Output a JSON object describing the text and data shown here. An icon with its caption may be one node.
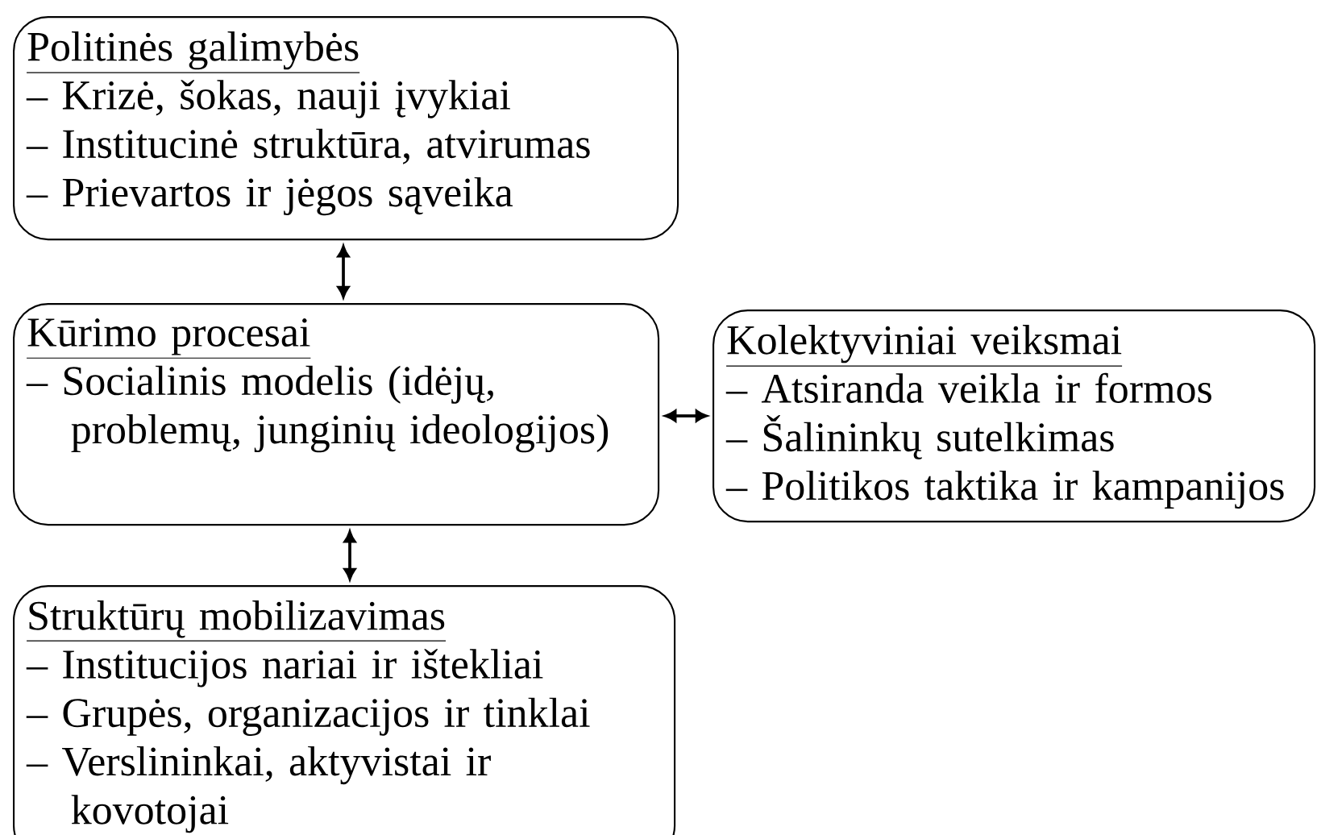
{
  "diagram": {
    "nodes": [
      {
        "text": [
          "Politinės galimybės",
          "– Krizė, šokas, nauji įvykiai",
          "– Institucinė struktūra, atvirumas",
          "– Prievartos ir jėgos sąveika"
        ]
      },
      {
        "text": [
          "Kūrimo procesai",
          "– Socialinis modelis (idėjų, problemų, junginių ideologijos)"
        ]
      },
      {
        "text": [
          "Kolektyviniai veiksmai",
          "– Atsiranda veikla ir formos",
          "– Šalininkų sutelkimas",
          "– Politikos taktika ir kampanijos"
        ]
      },
      {
        "text": [
          "Struktūrų mobilizavimas",
          "– Institucijos nariai ir ištekliai",
          "– Grupės, organizacijos ir tinklai",
          "– Verslininkai, aktyvistai ir kovotojai"
        ]
      }
    ],
    "edges": [
      {
        "from": 0,
        "to": 1,
        "arrow": "both"
      },
      {
        "from": 2,
        "to": 1,
        "arrow": "both"
      },
      {
        "from": 1,
        "to": 3,
        "arrow": "both"
      }
    ]
  }
}
